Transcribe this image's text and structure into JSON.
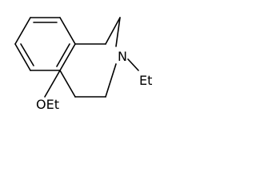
{
  "molecule": {
    "atoms": {
      "nitrogen": "N",
      "ethyl_substituent": "Et",
      "ethoxy_substituent": "OEt"
    },
    "colors": {
      "ink": "#000000",
      "background": "#ffffff"
    }
  }
}
